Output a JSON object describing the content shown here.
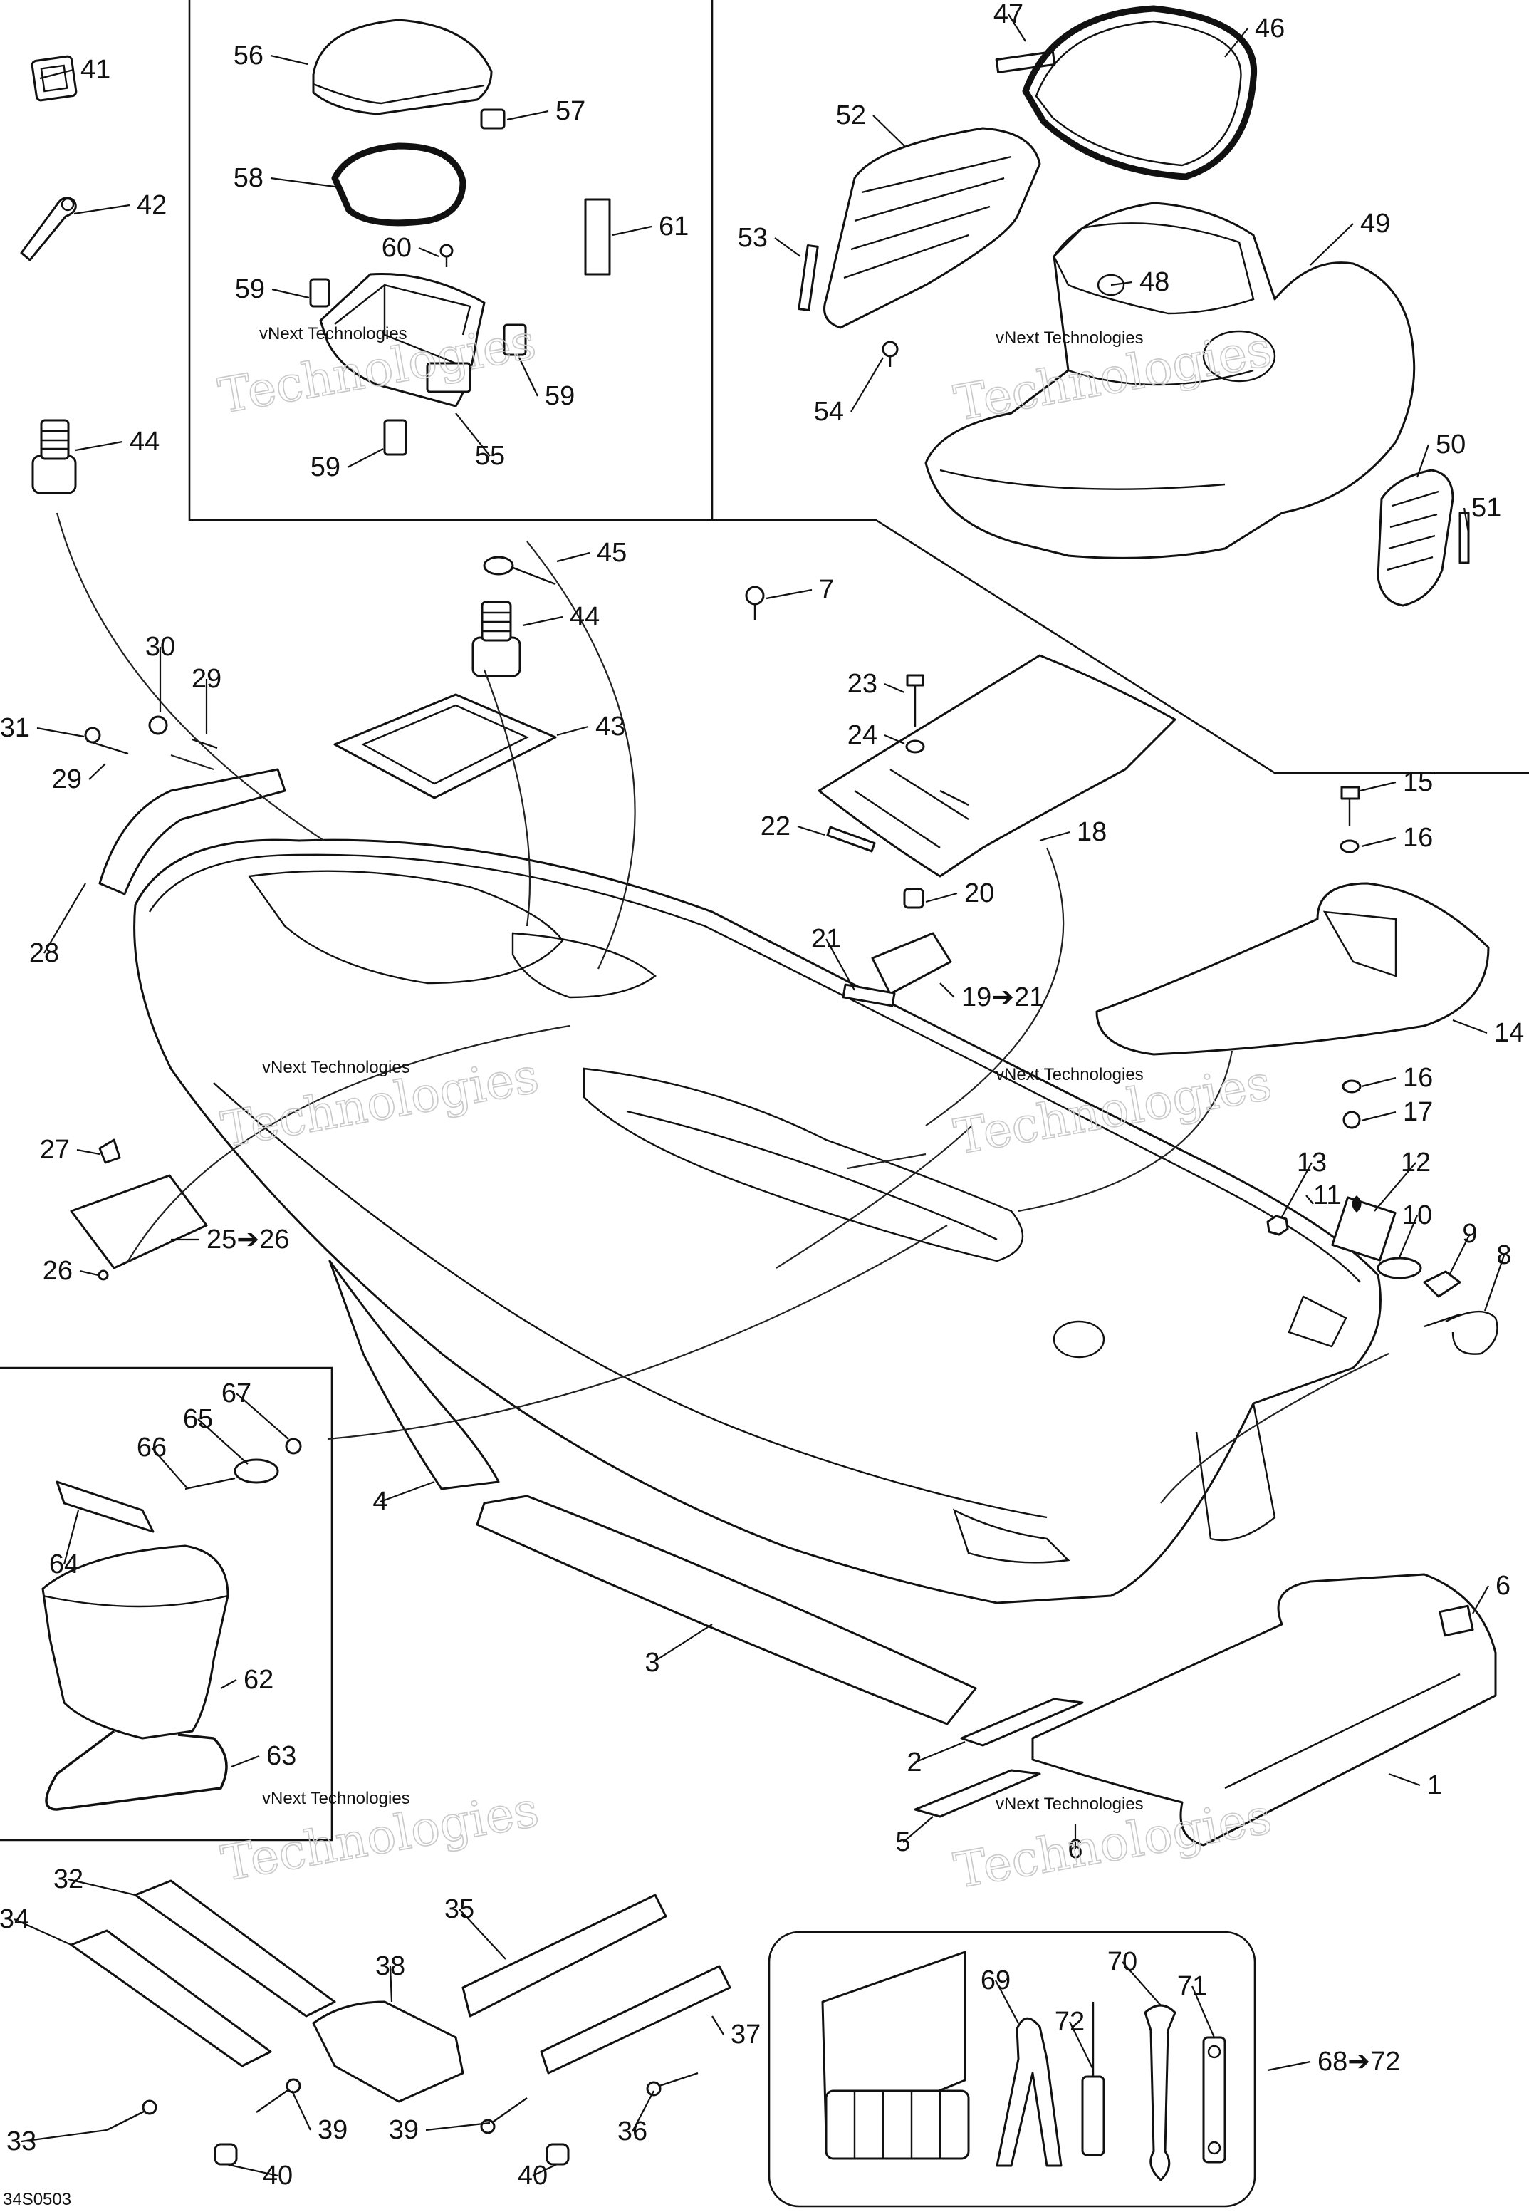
{
  "diagram": {
    "code": "34S0503",
    "watermark": {
      "line1": "vNext Technologies",
      "line2": "Technologies"
    },
    "callouts": [
      {
        "id": "41",
        "text": "41"
      },
      {
        "id": "42",
        "text": "42"
      },
      {
        "id": "44a",
        "text": "44"
      },
      {
        "id": "56",
        "text": "56"
      },
      {
        "id": "57",
        "text": "57"
      },
      {
        "id": "58",
        "text": "58"
      },
      {
        "id": "60",
        "text": "60"
      },
      {
        "id": "61",
        "text": "61"
      },
      {
        "id": "59a",
        "text": "59"
      },
      {
        "id": "59b",
        "text": "59"
      },
      {
        "id": "59c",
        "text": "59"
      },
      {
        "id": "55",
        "text": "55"
      },
      {
        "id": "47",
        "text": "47"
      },
      {
        "id": "46",
        "text": "46"
      },
      {
        "id": "52",
        "text": "52"
      },
      {
        "id": "53",
        "text": "53"
      },
      {
        "id": "48",
        "text": "48"
      },
      {
        "id": "49",
        "text": "49"
      },
      {
        "id": "54",
        "text": "54"
      },
      {
        "id": "50",
        "text": "50"
      },
      {
        "id": "51",
        "text": "51"
      },
      {
        "id": "45",
        "text": "45"
      },
      {
        "id": "44b",
        "text": "44"
      },
      {
        "id": "43",
        "text": "43"
      },
      {
        "id": "7",
        "text": "7"
      },
      {
        "id": "30",
        "text": "30"
      },
      {
        "id": "29a",
        "text": "29"
      },
      {
        "id": "31",
        "text": "31"
      },
      {
        "id": "29b",
        "text": "29"
      },
      {
        "id": "28",
        "text": "28"
      },
      {
        "id": "23",
        "text": "23"
      },
      {
        "id": "24",
        "text": "24"
      },
      {
        "id": "22",
        "text": "22"
      },
      {
        "id": "18",
        "text": "18"
      },
      {
        "id": "20",
        "text": "20"
      },
      {
        "id": "21",
        "text": "21"
      },
      {
        "id": "19",
        "text": "19➔21"
      },
      {
        "id": "15",
        "text": "15"
      },
      {
        "id": "16a",
        "text": "16"
      },
      {
        "id": "14",
        "text": "14"
      },
      {
        "id": "16b",
        "text": "16"
      },
      {
        "id": "17",
        "text": "17"
      },
      {
        "id": "27",
        "text": "27"
      },
      {
        "id": "25",
        "text": "25➔26"
      },
      {
        "id": "26",
        "text": "26"
      },
      {
        "id": "13",
        "text": "13"
      },
      {
        "id": "12",
        "text": "12"
      },
      {
        "id": "11",
        "text": "11"
      },
      {
        "id": "10",
        "text": "10"
      },
      {
        "id": "9",
        "text": "9"
      },
      {
        "id": "8",
        "text": "8"
      },
      {
        "id": "4",
        "text": "4"
      },
      {
        "id": "67",
        "text": "67"
      },
      {
        "id": "65",
        "text": "65"
      },
      {
        "id": "66",
        "text": "66"
      },
      {
        "id": "64",
        "text": "64"
      },
      {
        "id": "62",
        "text": "62"
      },
      {
        "id": "63",
        "text": "63"
      },
      {
        "id": "3",
        "text": "3"
      },
      {
        "id": "6a",
        "text": "6"
      },
      {
        "id": "2",
        "text": "2"
      },
      {
        "id": "1",
        "text": "1"
      },
      {
        "id": "5",
        "text": "5"
      },
      {
        "id": "6b",
        "text": "6"
      },
      {
        "id": "32",
        "text": "32"
      },
      {
        "id": "34",
        "text": "34"
      },
      {
        "id": "35",
        "text": "35"
      },
      {
        "id": "38",
        "text": "38"
      },
      {
        "id": "37",
        "text": "37"
      },
      {
        "id": "33",
        "text": "33"
      },
      {
        "id": "39a",
        "text": "39"
      },
      {
        "id": "39b",
        "text": "39"
      },
      {
        "id": "36",
        "text": "36"
      },
      {
        "id": "40a",
        "text": "40"
      },
      {
        "id": "40b",
        "text": "40"
      },
      {
        "id": "69",
        "text": "69"
      },
      {
        "id": "70",
        "text": "70"
      },
      {
        "id": "71",
        "text": "71"
      },
      {
        "id": "72",
        "text": "72"
      },
      {
        "id": "68",
        "text": "68➔72"
      }
    ]
  }
}
